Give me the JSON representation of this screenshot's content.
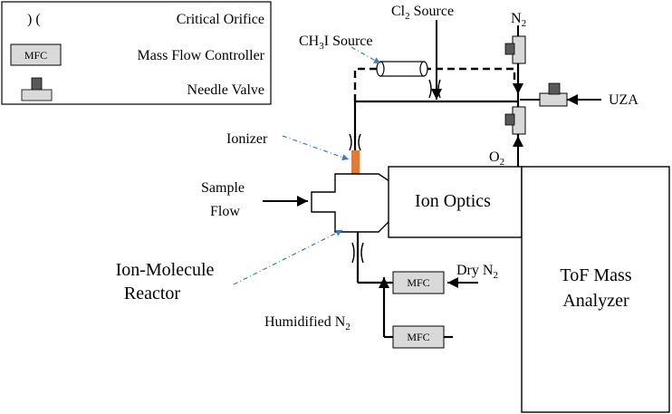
{
  "legend": {
    "critical_orifice_symbol": ") (",
    "critical_orifice": "Critical Orifice",
    "mfc_symbol": "MFC",
    "mass_flow_controller": "Mass Flow Controller",
    "needle_valve": "Needle Valve"
  },
  "labels": {
    "cl2_source": "Cl",
    "cl2_source_sub": "2",
    "cl2_source_suffix": " Source",
    "ch3i_prefix": "CH",
    "ch3i_sub": "3",
    "ch3i_suffix": "I Source",
    "n2_top": "N",
    "n2_top_sub": "2",
    "uza": "UZA",
    "o2": "O",
    "o2_sub": "2",
    "ionizer": "Ionizer",
    "sample": "Sample",
    "flow": "Flow",
    "ion_optics": "Ion Optics",
    "ion_molecule": "Ion-Molecule",
    "reactor": "Reactor",
    "dry_n2": "Dry N",
    "dry_n2_sub": "2",
    "humidified_n2": "Humidified N",
    "humidified_n2_sub": "2",
    "tof_mass": "ToF Mass",
    "analyzer": "Analyzer",
    "mfc_box_1": "MFC",
    "mfc_box_2": "MFC"
  },
  "colors": {
    "line": "#000000",
    "ionizer": "#e07b39",
    "annotation": "#3d7bbf",
    "box_fill": "#d9d9d9"
  }
}
